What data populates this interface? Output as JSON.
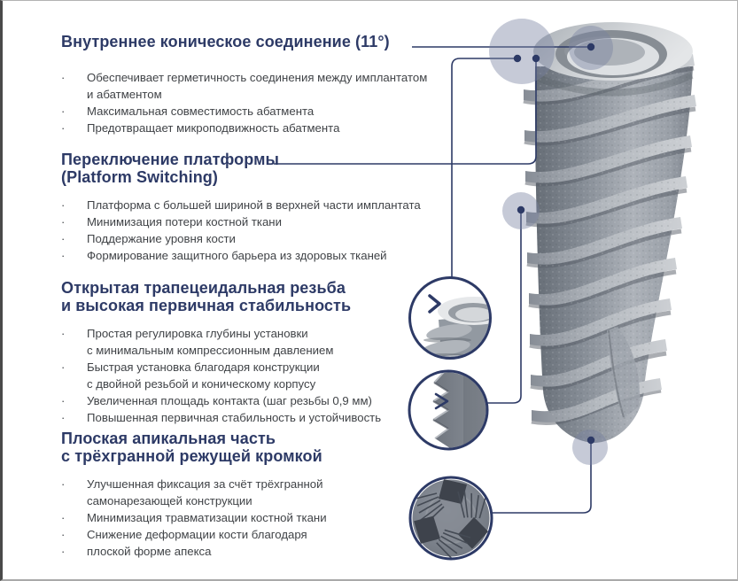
{
  "page": {
    "title": "Dental implant features infographic",
    "language": "ru",
    "bullet_char": "·"
  },
  "colors": {
    "accent": "#2d3a66",
    "body_text": "#404347",
    "background": "#ffffff",
    "callout_halo": "#76819f",
    "implant_light": "#cdd0d4",
    "implant_mid": "#8d939c",
    "implant_dark": "#5f656e"
  },
  "icons": {
    "platform_inset_arrow": "chevron-right-icon",
    "thread_inset_arrow": "chevron-left-icon",
    "callout_marker": "dot-icon"
  },
  "sections": [
    {
      "id": "conical-connection",
      "title_lines": [
        "Внутреннее коническое соединение (11°)"
      ],
      "bullets": [
        {
          "lines": [
            "Обеспечивает герметичность соединения между имплантатом",
            "и абатментом"
          ]
        },
        {
          "lines": [
            "Максимальная совместимость абатмента"
          ]
        },
        {
          "lines": [
            "Предотвращает микроподвижность абатмента"
          ]
        }
      ]
    },
    {
      "id": "platform-switching",
      "title_lines": [
        "Переключение платформы",
        "(Platform Switching)"
      ],
      "bullets": [
        {
          "lines": [
            "Платформа с большей шириной в верхней части имплантата"
          ]
        },
        {
          "lines": [
            "Минимизация потери костной ткани"
          ]
        },
        {
          "lines": [
            "Поддержание уровня кости"
          ]
        },
        {
          "lines": [
            "Формирование защитного барьера из здоровых тканей"
          ]
        }
      ]
    },
    {
      "id": "trapezoid-thread",
      "title_lines": [
        "Открытая трапецеидальная резьба",
        "и высокая первичная стабильность"
      ],
      "bullets": [
        {
          "lines": [
            "Простая регулировка глубины установки",
            "с минимальным компрессионным давлением"
          ]
        },
        {
          "lines": [
            "Быстрая установка благодаря конструкции",
            "с двойной резьбой и коническому корпусу"
          ]
        },
        {
          "lines": [
            "Увеличенная площадь контакта (шаг резьбы 0,9 мм)"
          ]
        },
        {
          "lines": [
            "Повышенная первичная стабильность и устойчивость"
          ]
        }
      ]
    },
    {
      "id": "flat-apex",
      "title_lines": [
        "Плоская апикальная часть",
        "с трёхгранной режущей кромкой"
      ],
      "bullets": [
        {
          "lines": [
            "Улучшенная фиксация за счёт трёхгранной",
            "самонарезающей конструкции"
          ]
        },
        {
          "lines": [
            "Минимизация травматизации костной ткани"
          ]
        },
        {
          "lines": [
            "Снижение деформации кости благодаря"
          ]
        },
        {
          "lines": [
            "плоской форме апекса"
          ]
        }
      ]
    }
  ]
}
